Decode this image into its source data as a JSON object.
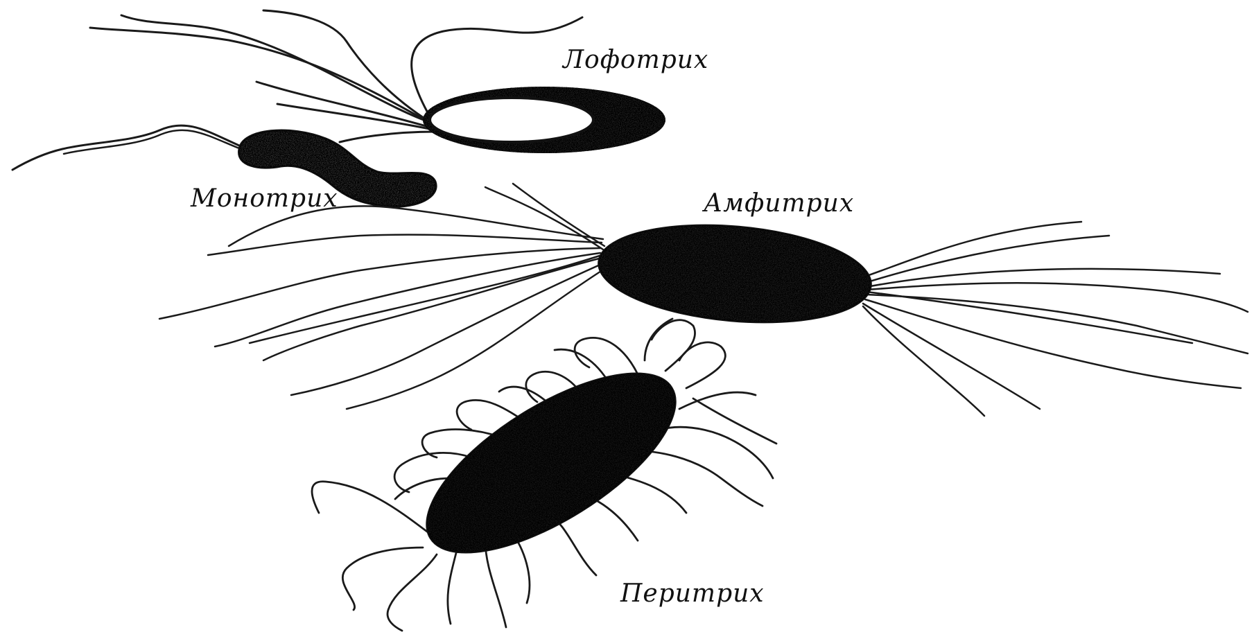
{
  "labels": {
    "lophotrichous": "Лофотрих",
    "monotrichous": "Монотрих",
    "amphitrichous": "Амфитрих",
    "peritrichous": "Перитрих"
  },
  "colors": {
    "ink": "#1a1a1a",
    "paper": "#ffffff"
  }
}
